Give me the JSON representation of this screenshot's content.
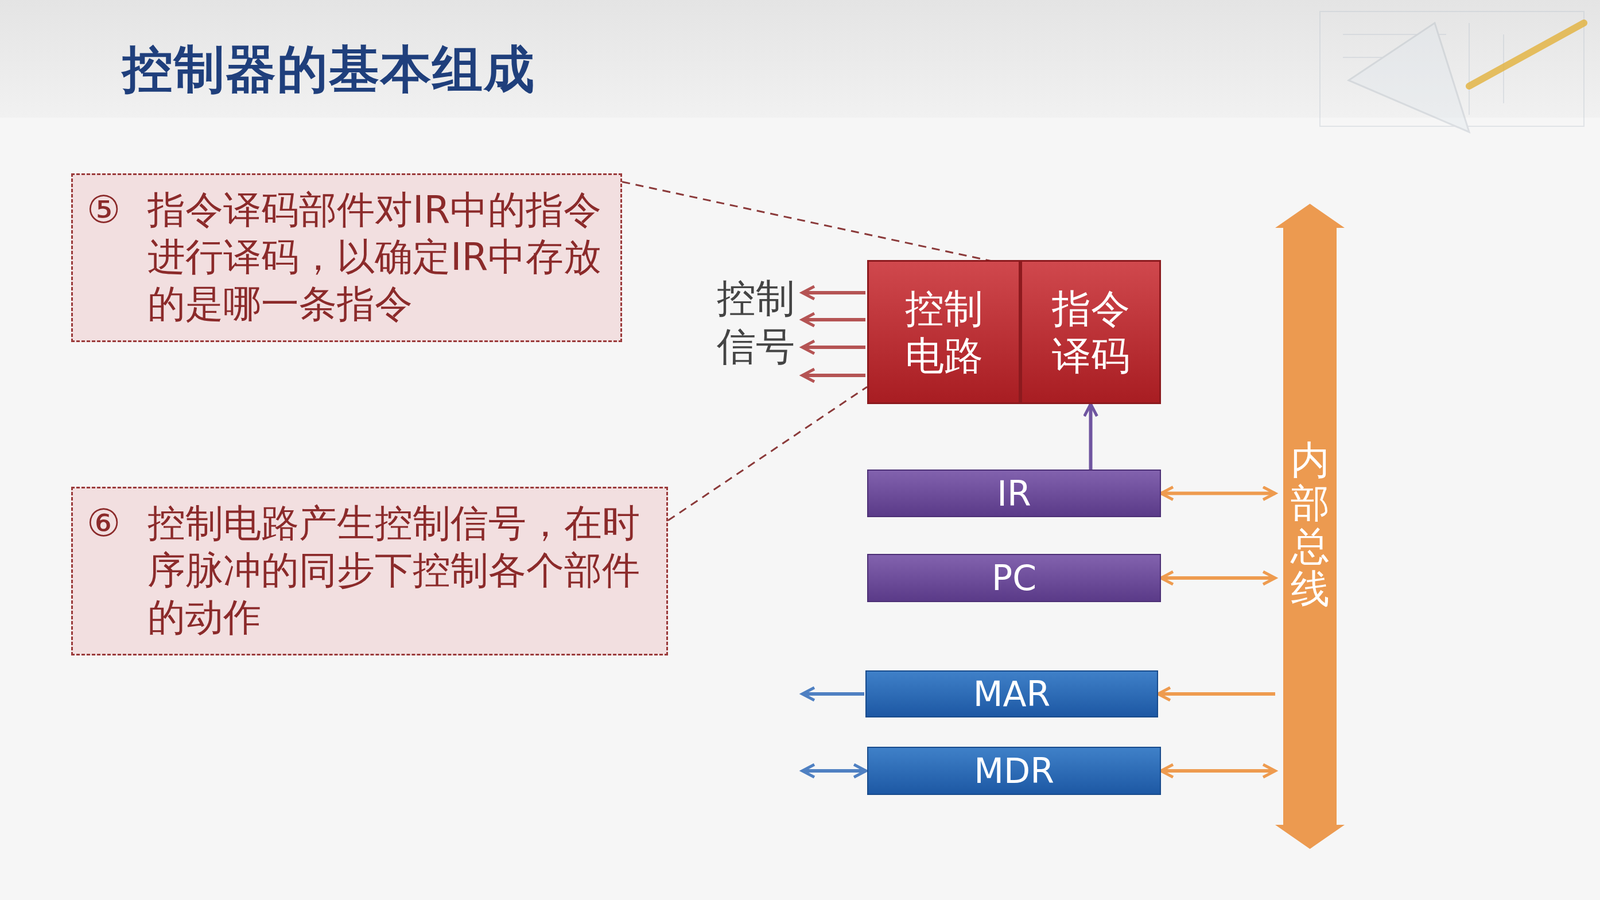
{
  "diagram": {
    "title": "控制器的基本组成",
    "nodes": [
      {
        "text": [
          "⑤",
          "指令译码部件对IR中的指令进行译码，以确定IR中存放的是哪一条指令"
        ]
      },
      {
        "text": [
          "控制 电路"
        ]
      },
      {
        "text": [
          "指令 译码"
        ]
      },
      {
        "text": [
          "⑥",
          "控制电路产生控制信号，在时序脉冲的同步下控制各个部件的动作"
        ]
      },
      {
        "text": [
          "IR"
        ]
      },
      {
        "text": [
          "PC"
        ]
      },
      {
        "text": [
          "MAR"
        ]
      },
      {
        "text": [
          "MDR"
        ]
      },
      {
        "text": [
          "内部总线"
        ]
      }
    ],
    "edges": [
      {
        "from": 0,
        "to": 2,
        "arrow": "none"
      },
      {
        "from": 3,
        "to": 1,
        "arrow": "none"
      },
      {
        "from": 4,
        "to": 2,
        "arrow": "to"
      },
      {
        "from": 4,
        "to": 8,
        "arrow": "both"
      },
      {
        "from": 5,
        "to": 8,
        "arrow": "both"
      },
      {
        "from": 8,
        "to": 6,
        "arrow": "to"
      },
      {
        "from": 7,
        "to": 8,
        "arrow": "both"
      }
    ],
    "labels": [
      "控制 信号"
    ]
  }
}
